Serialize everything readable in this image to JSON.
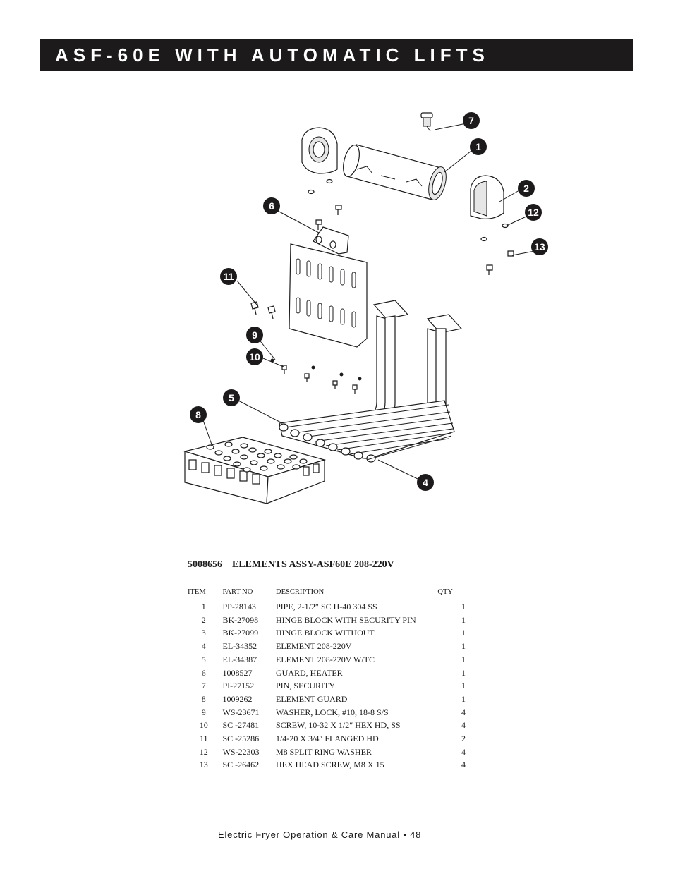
{
  "header": {
    "title": "ASF-60E WITH AUTOMATIC LIFTS"
  },
  "diagram": {
    "callouts": [
      "7",
      "1",
      "2",
      "12",
      "6",
      "13",
      "11",
      "9",
      "10",
      "5",
      "8",
      "4"
    ]
  },
  "assembly": {
    "part_number": "5008656",
    "name": "ELEMENTS ASSY-ASF60E 208-220V"
  },
  "table": {
    "headers": {
      "item": "ITEM",
      "part_no": "PART NO",
      "description": "DESCRIPTION",
      "qty": "QTY"
    },
    "rows": [
      {
        "item": "1",
        "part_no": "PP-28143",
        "description": "PIPE, 2-1/2″ SC H-40 304 SS",
        "qty": "1"
      },
      {
        "item": "2",
        "part_no": "BK-27098",
        "description": "HINGE BLOCK WITH SECURITY PIN",
        "qty": "1"
      },
      {
        "item": "3",
        "part_no": "BK-27099",
        "description": "HINGE BLOCK WITHOUT",
        "qty": "1"
      },
      {
        "item": "4",
        "part_no": "EL-34352",
        "description": "ELEMENT 208-220V",
        "qty": "1"
      },
      {
        "item": "5",
        "part_no": "EL-34387",
        "description": "ELEMENT 208-220V W/TC",
        "qty": "1"
      },
      {
        "item": "6",
        "part_no": "1008527",
        "description": "GUARD, HEATER",
        "qty": "1"
      },
      {
        "item": "7",
        "part_no": "PI-27152",
        "description": "PIN, SECURITY",
        "qty": "1"
      },
      {
        "item": "8",
        "part_no": "1009262",
        "description": "ELEMENT GUARD",
        "qty": "1"
      },
      {
        "item": "9",
        "part_no": "WS-23671",
        "description": "WASHER, LOCK, #10, 18-8 S/S",
        "qty": "4"
      },
      {
        "item": "10",
        "part_no": "SC -27481",
        "description": "SCREW, 10-32 X 1/2″ HEX HD, SS",
        "qty": "4"
      },
      {
        "item": "11",
        "part_no": "SC -25286",
        "description": "1/4-20 X 3/4″ FLANGED HD",
        "qty": "2"
      },
      {
        "item": "12",
        "part_no": "WS-22303",
        "description": "M8 SPLIT RING WASHER",
        "qty": "4"
      },
      {
        "item": "13",
        "part_no": "SC -26462",
        "description": "HEX HEAD SCREW, M8 X 15",
        "qty": "4"
      }
    ]
  },
  "footer": {
    "text": "Electric Fryer Operation & Care Manual • 48"
  }
}
